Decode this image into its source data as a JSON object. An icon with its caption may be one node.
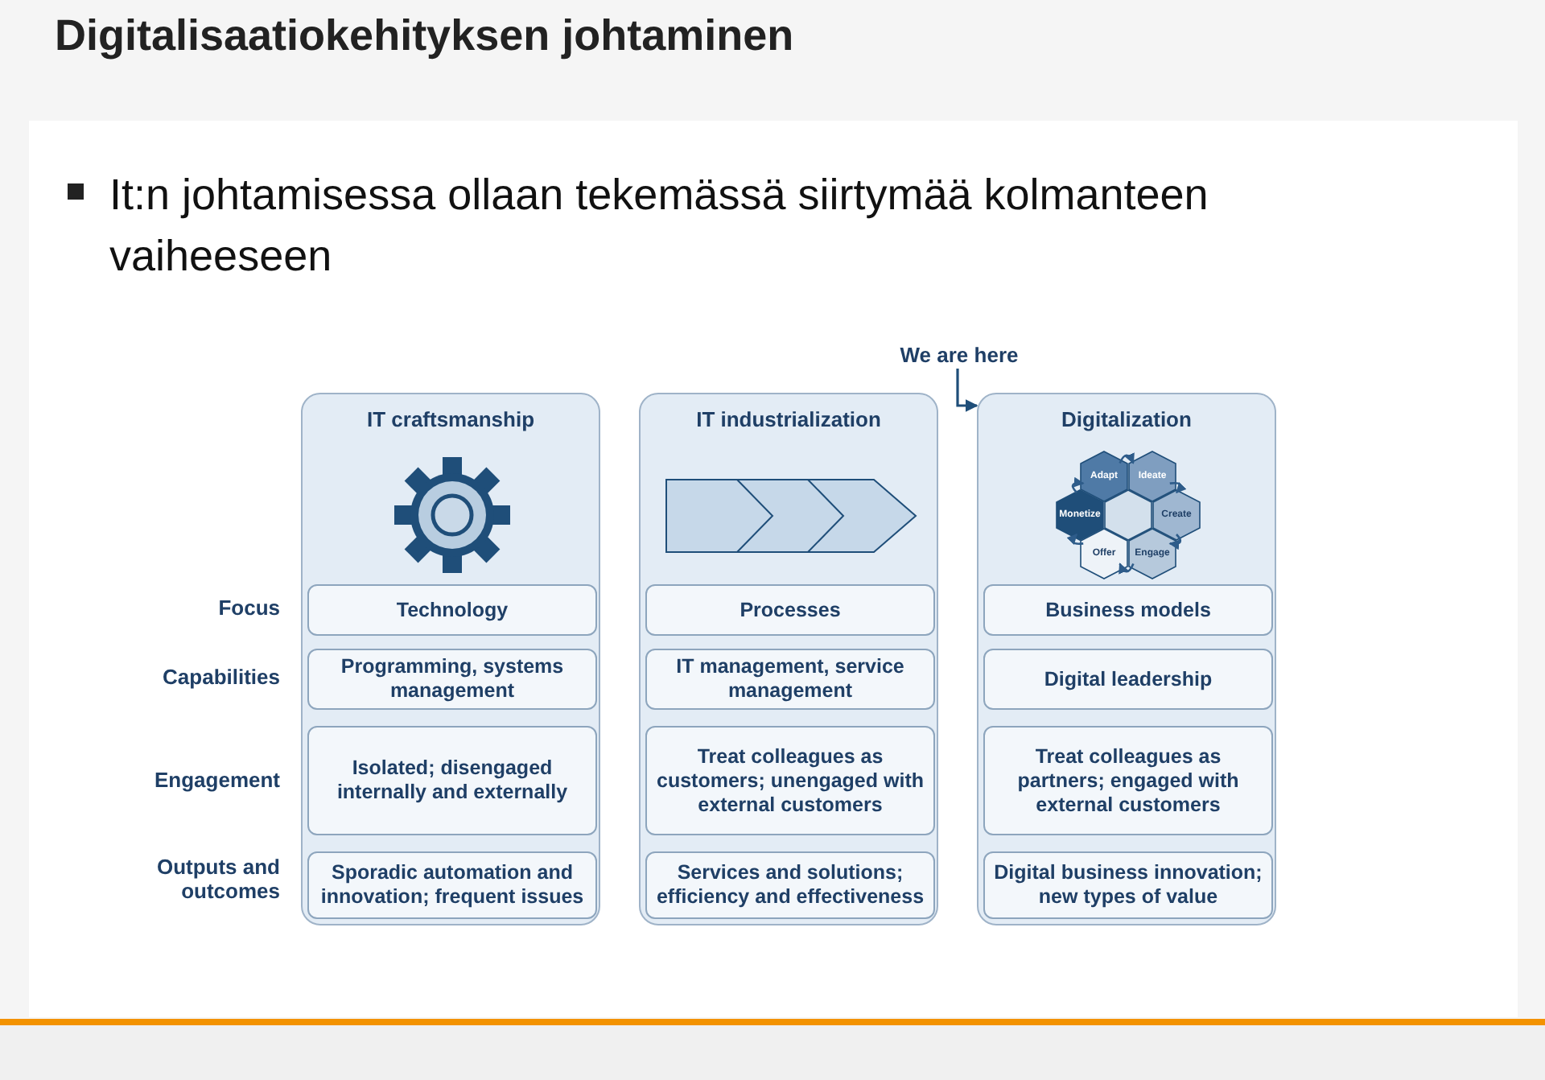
{
  "diagram": {
    "title": "Digitalisaatiokehityksen johtaminen",
    "nodes": [
      {
        "text": [
          "We are here"
        ]
      },
      {
        "text": [
          "IT craftsmanship"
        ]
      },
      {
        "text": [
          "Technology"
        ],
        "in": 1
      },
      {
        "text": [
          "Programming, systems management"
        ],
        "in": 1
      },
      {
        "text": [
          "Isolated; disengaged internally and externally"
        ],
        "in": 1
      },
      {
        "text": [
          "Sporadic automation and innovation; frequent issues"
        ],
        "in": 1
      },
      {
        "text": [
          "IT industrialization"
        ]
      },
      {
        "text": [
          "Processes"
        ],
        "in": 6
      },
      {
        "text": [
          "IT management, service management"
        ],
        "in": 6
      },
      {
        "text": [
          "Treat colleagues as customers; unengaged with external customers"
        ],
        "in": 6
      },
      {
        "text": [
          "Services and solutions; efficiency and effectiveness"
        ],
        "in": 6
      },
      {
        "text": [
          "Digitalization"
        ]
      },
      {
        "text": [
          "Adapt"
        ],
        "in": 11
      },
      {
        "text": [
          "Ideate"
        ],
        "in": 11
      },
      {
        "text": [
          "Monetize"
        ],
        "in": 11
      },
      {
        "text": [],
        "shape": "hexagon",
        "in": 11
      },
      {
        "text": [
          "Create"
        ],
        "in": 11
      },
      {
        "text": [
          "Offer"
        ],
        "in": 11
      },
      {
        "text": [
          "Engage"
        ],
        "in": 11
      },
      {
        "text": [
          "Business models"
        ],
        "in": 11
      },
      {
        "text": [
          "Digital leadership"
        ],
        "in": 11
      },
      {
        "text": [
          "Treat colleagues as partners; engaged with external customers"
        ],
        "in": 11
      },
      {
        "text": [
          "Digital business innovation; new types of value"
        ],
        "in": 11
      }
    ],
    "edges": [
      {
        "from": 0,
        "to": 11,
        "arrow": "to"
      },
      {
        "from": 12,
        "to": 13,
        "arrow": "to"
      },
      {
        "from": 13,
        "to": 16,
        "arrow": "to"
      },
      {
        "from": 16,
        "to": 18,
        "arrow": "to"
      },
      {
        "from": 18,
        "to": 17,
        "arrow": "to"
      },
      {
        "from": 17,
        "to": 14,
        "arrow": "to"
      },
      {
        "from": 14,
        "to": 12,
        "arrow": "to"
      }
    ],
    "labels": [
      "It:n johtamisessa ollaan tekemässä siirtymää kolmanteen vaiheeseen",
      "Focus",
      "Capabilities",
      "Engagement",
      "Outputs and outcomes"
    ]
  }
}
